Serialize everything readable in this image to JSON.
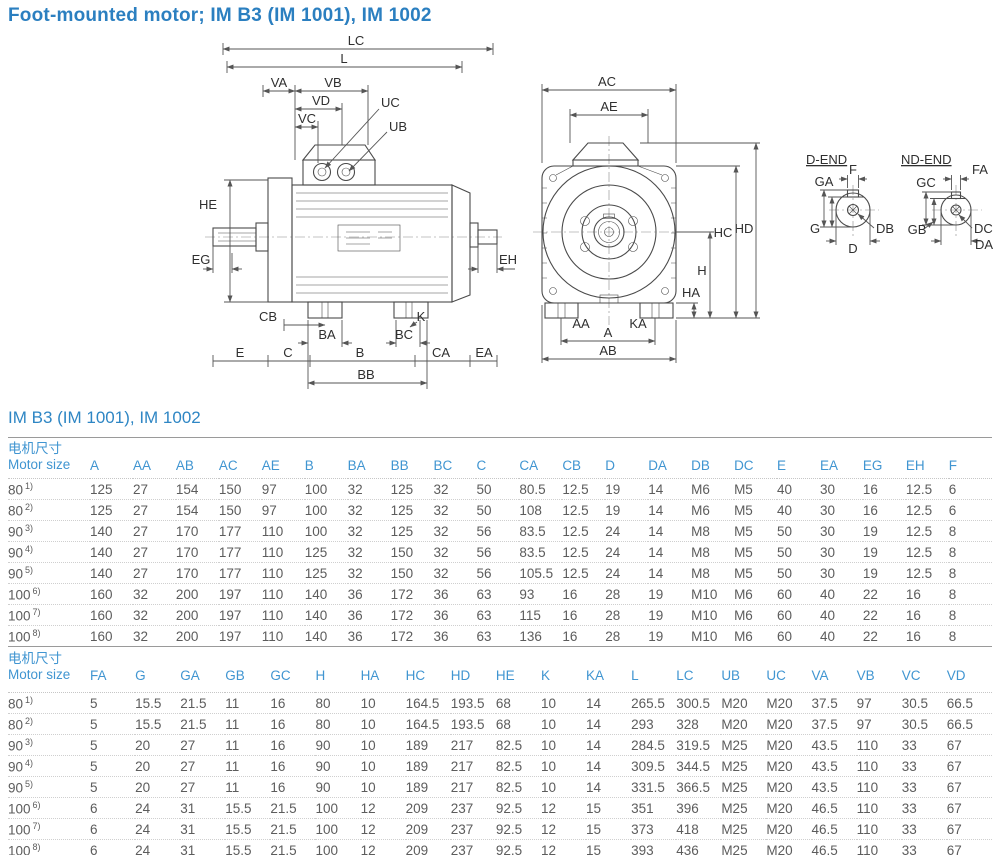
{
  "page": {
    "title": "Foot-mounted motor; IM B3 (IM 1001), IM 1002",
    "section_title": "IM B3 (IM 1001), IM 1002"
  },
  "colors": {
    "accent_blue": "#2e86c4",
    "table_header_blue": "#4095d1",
    "body_text_gray": "#5c5c5c"
  },
  "diagram": {
    "side": {
      "LC": "LC",
      "L": "L",
      "VA": "VA",
      "VB": "VB",
      "VD": "VD",
      "VC": "VC",
      "UC": "UC",
      "UB": "UB",
      "HE": "HE",
      "EG": "EG",
      "EH": "EH",
      "CB": "CB",
      "BA": "BA",
      "K": "K",
      "BC": "BC",
      "E": "E",
      "C": "C",
      "B": "B",
      "CA": "CA",
      "EA": "EA",
      "BB": "BB"
    },
    "front": {
      "AC": "AC",
      "AE": "AE",
      "HD": "HD",
      "HC": "HC",
      "H": "H",
      "HA": "HA",
      "AA": "AA",
      "KA": "KA",
      "A": "A",
      "AB": "AB"
    },
    "d_end": {
      "title": "D-END",
      "F": "F",
      "GA": "GA",
      "G": "G",
      "DB": "DB",
      "D": "D"
    },
    "nd_end": {
      "title": "ND-END",
      "FA": "FA",
      "GC": "GC",
      "GB": "GB",
      "DC": "DC",
      "DA": "DA"
    }
  },
  "tables": [
    {
      "header": {
        "zh": "电机尺寸",
        "en": "Motor size"
      },
      "columns": [
        "A",
        "AA",
        "AB",
        "AC",
        "AE",
        "B",
        "BA",
        "BB",
        "BC",
        "C",
        "CA",
        "CB",
        "D",
        "DA",
        "DB",
        "DC",
        "E",
        "EA",
        "EG",
        "EH",
        "F"
      ],
      "rows": [
        {
          "size": "80",
          "note": "1)",
          "values": [
            "125",
            "27",
            "154",
            "150",
            "97",
            "100",
            "32",
            "125",
            "32",
            "50",
            "80.5",
            "12.5",
            "19",
            "14",
            "M6",
            "M5",
            "40",
            "30",
            "16",
            "12.5",
            "6"
          ]
        },
        {
          "size": "80",
          "note": "2)",
          "values": [
            "125",
            "27",
            "154",
            "150",
            "97",
            "100",
            "32",
            "125",
            "32",
            "50",
            "108",
            "12.5",
            "19",
            "14",
            "M6",
            "M5",
            "40",
            "30",
            "16",
            "12.5",
            "6"
          ]
        },
        {
          "size": "90",
          "note": "3)",
          "values": [
            "140",
            "27",
            "170",
            "177",
            "110",
            "100",
            "32",
            "125",
            "32",
            "56",
            "83.5",
            "12.5",
            "24",
            "14",
            "M8",
            "M5",
            "50",
            "30",
            "19",
            "12.5",
            "8"
          ]
        },
        {
          "size": "90",
          "note": "4)",
          "values": [
            "140",
            "27",
            "170",
            "177",
            "110",
            "125",
            "32",
            "150",
            "32",
            "56",
            "83.5",
            "12.5",
            "24",
            "14",
            "M8",
            "M5",
            "50",
            "30",
            "19",
            "12.5",
            "8"
          ]
        },
        {
          "size": "90",
          "note": "5)",
          "values": [
            "140",
            "27",
            "170",
            "177",
            "110",
            "125",
            "32",
            "150",
            "32",
            "56",
            "105.5",
            "12.5",
            "24",
            "14",
            "M8",
            "M5",
            "50",
            "30",
            "19",
            "12.5",
            "8"
          ]
        },
        {
          "size": "100",
          "note": "6)",
          "values": [
            "160",
            "32",
            "200",
            "197",
            "110",
            "140",
            "36",
            "172",
            "36",
            "63",
            "93",
            "16",
            "28",
            "19",
            "M10",
            "M6",
            "60",
            "40",
            "22",
            "16",
            "8"
          ]
        },
        {
          "size": "100",
          "note": "7)",
          "values": [
            "160",
            "32",
            "200",
            "197",
            "110",
            "140",
            "36",
            "172",
            "36",
            "63",
            "115",
            "16",
            "28",
            "19",
            "M10",
            "M6",
            "60",
            "40",
            "22",
            "16",
            "8"
          ]
        },
        {
          "size": "100",
          "note": "8)",
          "values": [
            "160",
            "32",
            "200",
            "197",
            "110",
            "140",
            "36",
            "172",
            "36",
            "63",
            "136",
            "16",
            "28",
            "19",
            "M10",
            "M6",
            "60",
            "40",
            "22",
            "16",
            "8"
          ]
        }
      ]
    },
    {
      "header": {
        "zh": "电机尺寸",
        "en": "Motor size"
      },
      "columns": [
        "FA",
        "G",
        "GA",
        "GB",
        "GC",
        "H",
        "HA",
        "HC",
        "HD",
        "HE",
        "K",
        "KA",
        "L",
        "LC",
        "UB",
        "UC",
        "VA",
        "VB",
        "VC",
        "VD"
      ],
      "rows": [
        {
          "size": "80",
          "note": "1)",
          "values": [
            "5",
            "15.5",
            "21.5",
            "11",
            "16",
            "80",
            "10",
            "164.5",
            "193.5",
            "68",
            "10",
            "14",
            "265.5",
            "300.5",
            "M20",
            "M20",
            "37.5",
            "97",
            "30.5",
            "66.5"
          ]
        },
        {
          "size": "80",
          "note": "2)",
          "values": [
            "5",
            "15.5",
            "21.5",
            "11",
            "16",
            "80",
            "10",
            "164.5",
            "193.5",
            "68",
            "10",
            "14",
            "293",
            "328",
            "M20",
            "M20",
            "37.5",
            "97",
            "30.5",
            "66.5"
          ]
        },
        {
          "size": "90",
          "note": "3)",
          "values": [
            "5",
            "20",
            "27",
            "11",
            "16",
            "90",
            "10",
            "189",
            "217",
            "82.5",
            "10",
            "14",
            "284.5",
            "319.5",
            "M25",
            "M20",
            "43.5",
            "110",
            "33",
            "67"
          ]
        },
        {
          "size": "90",
          "note": "4)",
          "values": [
            "5",
            "20",
            "27",
            "11",
            "16",
            "90",
            "10",
            "189",
            "217",
            "82.5",
            "10",
            "14",
            "309.5",
            "344.5",
            "M25",
            "M20",
            "43.5",
            "110",
            "33",
            "67"
          ]
        },
        {
          "size": "90",
          "note": "5)",
          "values": [
            "5",
            "20",
            "27",
            "11",
            "16",
            "90",
            "10",
            "189",
            "217",
            "82.5",
            "10",
            "14",
            "331.5",
            "366.5",
            "M25",
            "M20",
            "43.5",
            "110",
            "33",
            "67"
          ]
        },
        {
          "size": "100",
          "note": "6)",
          "values": [
            "6",
            "24",
            "31",
            "15.5",
            "21.5",
            "100",
            "12",
            "209",
            "237",
            "92.5",
            "12",
            "15",
            "351",
            "396",
            "M25",
            "M20",
            "46.5",
            "110",
            "33",
            "67"
          ]
        },
        {
          "size": "100",
          "note": "7)",
          "values": [
            "6",
            "24",
            "31",
            "15.5",
            "21.5",
            "100",
            "12",
            "209",
            "237",
            "92.5",
            "12",
            "15",
            "373",
            "418",
            "M25",
            "M20",
            "46.5",
            "110",
            "33",
            "67"
          ]
        },
        {
          "size": "100",
          "note": "8)",
          "values": [
            "6",
            "24",
            "31",
            "15.5",
            "21.5",
            "100",
            "12",
            "209",
            "237",
            "92.5",
            "12",
            "15",
            "393",
            "436",
            "M25",
            "M20",
            "46.5",
            "110",
            "33",
            "67"
          ]
        }
      ]
    }
  ]
}
